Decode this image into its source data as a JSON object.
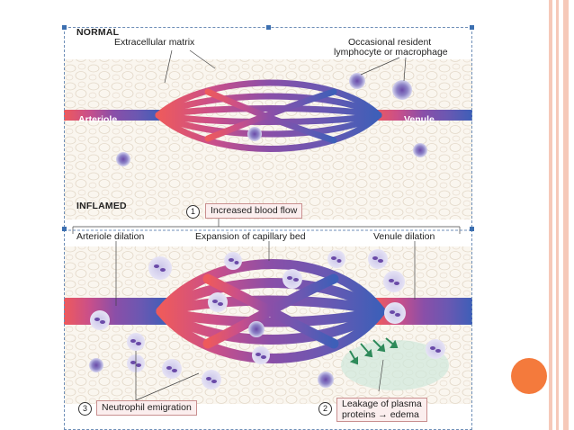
{
  "normal": {
    "title": "NORMAL",
    "label_matrix": "Extracellular matrix",
    "label_resident_line1": "Occasional resident",
    "label_resident_line2": "lymphocyte or macrophage",
    "label_arteriole": "Arteriole",
    "label_venule": "Venule"
  },
  "inflamed": {
    "title": "INFLAMED",
    "step1_number": "1",
    "step1_text": "Increased blood flow",
    "label_arteriole_dilation": "Arteriole dilation",
    "label_capillary_expansion": "Expansion of capillary bed",
    "label_venule_dilation": "Venule dilation",
    "step3_number": "3",
    "step3_text": "Neutrophil emigration",
    "step2_number": "2",
    "step2_text_line1": "Leakage of plasma",
    "step2_text_line2": "proteins → edema"
  },
  "colors": {
    "arteriole": "#e8545c",
    "capillary": "#7b4fa6",
    "venule": "#3d5fb8",
    "accent_circle": "#f47a3c",
    "slide_stripe": "#f6c9b9"
  }
}
